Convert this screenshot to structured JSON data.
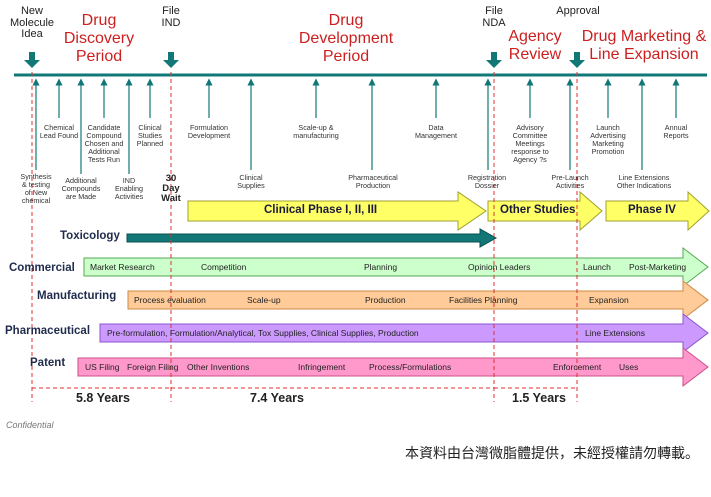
{
  "milestones": {
    "new_molecule": "New\nMolecule\nIdea",
    "file_ind": "File\nIND",
    "file_nda": "File\nNDA",
    "approval": "Approval"
  },
  "periods": {
    "discovery": "Drug\nDiscovery\nPeriod",
    "development": "Drug\nDevelopment\nPeriod",
    "agency_review": "Agency\nReview",
    "marketing": "Drug Marketing &\nLine Expansion"
  },
  "events_upper": {
    "chemical_lead": "Chemical\nLead Found",
    "candidate_compound": "Candidate\nCompound\nChosen and\nAdditional\nTests Run",
    "clinical_studies_planned": "Clinical\nStudies\nPlanned",
    "formulation_development": "Formulation\nDevelopment",
    "scale_up": "Scale-up &\nmanufacturing",
    "data_management": "Data\nManagement",
    "advisory": "Advisory\nCommittee\nMeetings\nresponse to\nAgency ?s",
    "launch": "Launch\nAdvertising\nMarketing\nPromotion",
    "annual_reports": "Annual\nReports"
  },
  "events_lower": {
    "synthesis": "Synthesis\n& testing\nof New\nchemical",
    "additional_compounds": "Additional\nCompounds\nare Made",
    "ind_enabling": "IND\nEnabling\nActivities",
    "day_wait": "30\nDay\nWait",
    "clinical_supplies": "Clinical\nSupplies",
    "pharmaceutical_production": "Pharmaceutical\nProduction",
    "registration_dossier": "Registration\nDossier",
    "pre_launch": "Pre-Launch\nActivities",
    "line_extensions": "Line Extensions\nOther Indications"
  },
  "phases": {
    "clinical": "Clinical Phase I, II, III",
    "other_studies": "Other Studies",
    "phase_iv": "Phase IV"
  },
  "rows": {
    "toxicology": "Toxicology",
    "commercial": {
      "label": "Commercial",
      "items": [
        "Market Research",
        "Competition",
        "Planning",
        "Opinion Leaders",
        "Launch",
        "Post-Marketing"
      ]
    },
    "manufacturing": {
      "label": "Manufacturing",
      "items": [
        "Process evaluation",
        "Scale-up",
        "Production",
        "Facilities Planning",
        "Expansion"
      ]
    },
    "pharmaceutical": {
      "label": "Pharmaceutical",
      "items": [
        "Pre-formulation, Formulation/Analytical, Tox Supplies, Clinical Supplies, Production",
        "Line Extensions"
      ]
    },
    "patent": {
      "label": "Patent",
      "items": [
        "US Filing",
        "Foreign Filing",
        "Other Inventions",
        "Infringement",
        "Process/Formulations",
        "Enforcement",
        "Uses"
      ]
    }
  },
  "durations": {
    "discovery": "5.8 Years",
    "development": "7.4 Years",
    "review": "1.5 Years"
  },
  "footer": {
    "confidential": "Confidential",
    "notice": "本資料由台灣微脂體提供，未經授權請勿轉載。"
  },
  "colors": {
    "teal": "#127777",
    "period_red": "#cc1f1f",
    "phase_yellow": "#ffff66",
    "commercial_green": "#ccffcc",
    "manufacturing_orange": "#ffcc99",
    "pharmaceutical_purple": "#cc99ff",
    "patent_pink": "#ff99cc",
    "dashed_red": "#e03030"
  }
}
